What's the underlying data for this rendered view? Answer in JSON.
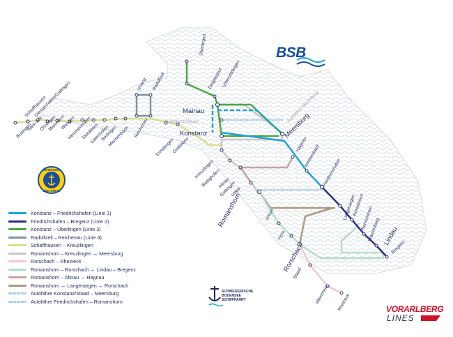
{
  "brand": {
    "name": "BSB"
  },
  "partners": {
    "sbs_line1": "SCHWEIZERISCHE",
    "sbs_line2": "BODENSEE",
    "sbs_line3": "SCHIFFFAHRT",
    "vl_line1": "VORARLBERG",
    "vl_line2": "LINES",
    "badge_top": "UNTERSEE",
    "badge_bottom": "UND RHEIN"
  },
  "colors": {
    "linie1": "#1ea1db",
    "linie2": "#2b2f7e",
    "linie3": "#4aa842",
    "linie4": "#7f93a7",
    "schaffhausen": "#d6e08a",
    "kreuzlingen_meersburg": "#c9c9c1",
    "rorschach_rheineck": "#f2c8d0",
    "lindau_bregenz": "#b4ddc8",
    "altnau_hagnau": "#c9a49e",
    "langenargen": "#ab9882",
    "ferry": "#b3cde8",
    "lake": "#d6dde6"
  },
  "legend": [
    {
      "label": "Konstanz – Friedrichshafen (Linie 1)",
      "color": "#1ea1db",
      "dotted": false
    },
    {
      "label": "Friedrichshafen – Bregenz (Linie 2)",
      "color": "#2b2f7e",
      "dotted": false
    },
    {
      "label": "Konstanz – Überlingen (Linie 3)",
      "color": "#4aa842",
      "dotted": false
    },
    {
      "label": "Radolfzell – Reichenau (Linie 4)",
      "color": "#7f93a7",
      "dotted": false
    },
    {
      "label": "Schaffhausen – Kreuzlingen",
      "color": "#d6e08a",
      "dotted": false
    },
    {
      "label": "Romanshorn – Kreuzlingen ↔ Meersburg",
      "color": "#c9c9c1",
      "dotted": false
    },
    {
      "label": "Rorschach – Rheineck",
      "color": "#f2c8d0",
      "dotted": false
    },
    {
      "label": "Romanshorn – Rorschach ↔ Lindau – Bregenz",
      "color": "#b4ddc8",
      "dotted": false
    },
    {
      "label": "Romanshorn – Altnau ↔ Hagnau",
      "color": "#c9a49e",
      "dotted": false
    },
    {
      "label": "Romanshorn ↔ Langenargen ↔ Rorschach",
      "color": "#ab9882",
      "dotted": false
    },
    {
      "label": "Autofähre Konstanz/Staad – Meersburg",
      "color": "#b3cde8",
      "dotted": true
    },
    {
      "label": "Autofähre Friedrichshafen – Romanshorn",
      "color": "#b3cde8",
      "dotted": true
    }
  ],
  "stations": {
    "buesingen": "Büsingen",
    "schaffhausen": "Schaffhausen",
    "steinamrhein": "Stein a.R.",
    "diessenhofen": "Diessenhofen/Gailingen",
    "oehningen": "Öhningen",
    "mammern": "Mammern",
    "wangen": "Wangen",
    "hemmenhofen": "Hemmenhofen",
    "steckborn": "Steckborn",
    "gaienhofen": "Gaienhofen",
    "berlingen": "Berlingen",
    "mannenbach": "Mannenbach",
    "iznang": "Iznang",
    "radolfzell": "Radolfzell",
    "reichenau": "Reichenau",
    "ermatingen": "Ermatingen",
    "gottlieben": "Gottlieben",
    "ueberlingen": "Überlingen",
    "dingelsdorf": "Dingelsdorf",
    "unteruhldingen": "Unteruhldingen",
    "mainau": "Mainau",
    "konstanzstaad": "Konstanz/Staad",
    "autofaehre_meersburg": "Autofähre Meersburg",
    "konstanz": "Konstanz",
    "meersburg": "Meersburg",
    "kreuzlingen": "Kreuzlingen",
    "bottighofen": "Bottighofen",
    "altnau": "Altnau",
    "guettingen": "Güttingen",
    "uttwil": "Uttwil",
    "romanshorn": "Romanshorn",
    "hagnau": "Hagnau",
    "immenstaad": "Immenstaad",
    "friedrichshafen": "Friedrichshafen",
    "langenargen": "Langenargen",
    "kressbronn": "Kressbronn",
    "nonnenhorn": "Nonnenhorn",
    "wasserburg": "Wasserburg",
    "lindau": "Lindau",
    "bregenz": "Bregenz",
    "arbon": "Arbon",
    "horn": "Horn",
    "rorschach": "Rorschach",
    "staad": "Staad",
    "altenrhein": "Altenrhein",
    "rheineck": "Rheineck"
  }
}
